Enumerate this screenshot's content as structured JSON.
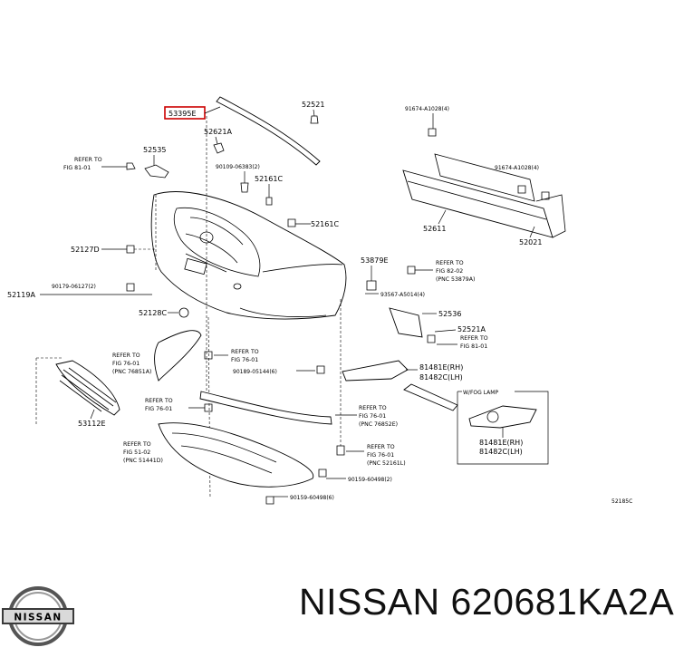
{
  "diagram": {
    "caption": "NISSAN 620681KA2A",
    "brand": "NISSAN",
    "figure_code": "52185C",
    "highlight_color": "#cc0000",
    "labels": {
      "l53395": "53395E",
      "l52521": "52521",
      "l52621A": "52621A",
      "l52535": "52535",
      "l90109": "90109-06383(2)",
      "l52161C_a": "52161C",
      "l52161C_b": "52161C",
      "l52127D": "52127D",
      "l90179": "90179-06127(2)",
      "l52119A": "52119A",
      "l52128C": "52128C",
      "l91674a": "91674-A1028(4)",
      "l91674b": "91674-A1028(4)",
      "l52611": "52611",
      "l52021": "52021",
      "l53879": "53879E",
      "l93567": "93567-A5014(4)",
      "l52536": "52536",
      "l52521A": "52521A",
      "l81481": "81481E(RH)",
      "l81482": "81482C(LH)",
      "l81481b": "81481E(RH)",
      "l81482b": "81482C(LH)",
      "l90189": "90189-05144(6)",
      "l53112": "53112E",
      "l90159a": "90159-60498(2)",
      "l90159b": "90159-60498(6)",
      "l_wfog": "W/FOG LAMP"
    },
    "refs": {
      "r1_a": "REFER TO",
      "r1_b": "FIG 81-01",
      "r2_a": "REFER TO",
      "r2_b": "FIG 82-02",
      "r2_c": "(PNC 53879A)",
      "r3_a": "REFER TO",
      "r3_b": "FIG 81-01",
      "r4_a": "REFER TO",
      "r4_b": "FIG 76-01",
      "r4_c": "(PNC 76851A)",
      "r5_a": "REFER TO",
      "r5_b": "FIG 76-01",
      "r6_a": "REFER TO",
      "r6_b": "FIG 76-01",
      "r7_a": "REFER TO",
      "r7_b": "FIG 76-01",
      "r7_c": "(PNC 76852E)",
      "r8_a": "REFER TO",
      "r8_b": "FIG 51-02",
      "r8_c": "(PNC 51441D)",
      "r9_a": "REFER TO",
      "r9_b": "FIG 76-01",
      "r9_c": "(PNC 52161L)"
    }
  }
}
